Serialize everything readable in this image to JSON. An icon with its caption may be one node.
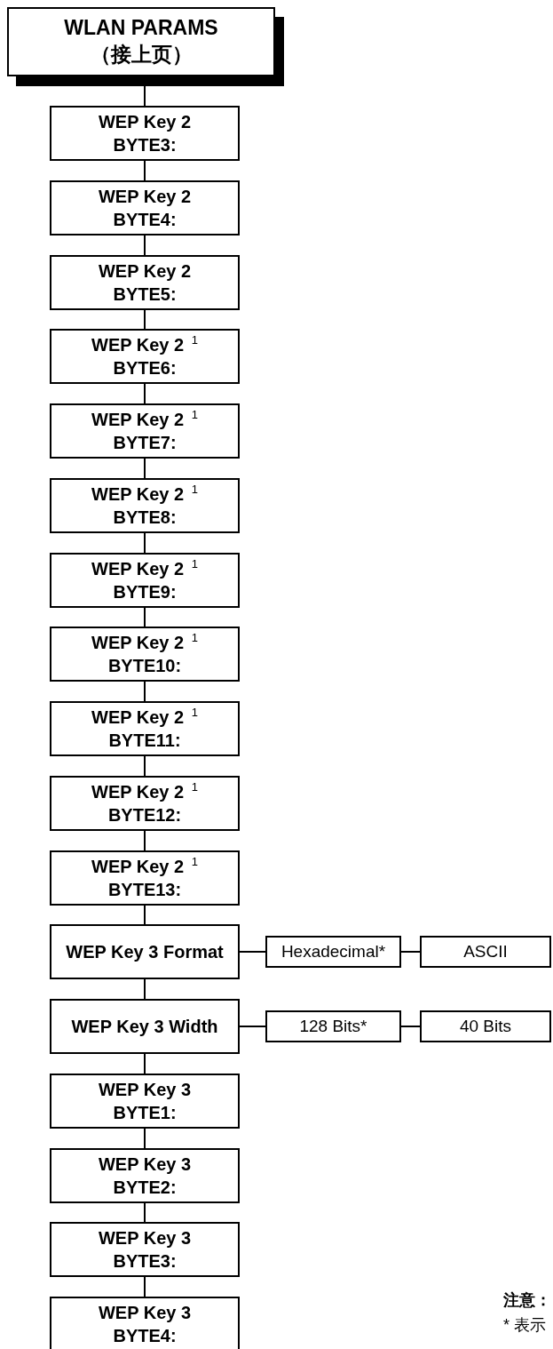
{
  "diagram": {
    "nodes": [
      {
        "text": [
          "WLAN PARAMS （接上页）"
        ]
      },
      {
        "text": [
          "WEP Key 2 BYTE3:"
        ]
      },
      {
        "text": [
          "WEP Key 2 BYTE4:"
        ]
      },
      {
        "text": [
          "WEP Key 2 BYTE5:"
        ]
      },
      {
        "text": [
          "WEP Key 2 $^{1}$ BYTE6:"
        ]
      },
      {
        "text": [
          "WEP Key 2 $^{1}$ BYTE7:"
        ]
      },
      {
        "text": [
          "WEP Key 2 $^{1}$ BYTE8:"
        ]
      },
      {
        "text": [
          "WEP Key 2 $^{1}$ BYTE9:"
        ]
      },
      {
        "text": [
          "WEP Key 2 $^{1}$ BYTE10:"
        ]
      },
      {
        "text": [
          "WEP Key 2 $^{1}$ BYTE11:"
        ]
      },
      {
        "text": [
          "WEP Key 2 $^{1}$ BYTE12:"
        ]
      },
      {
        "text": [
          "WEP Key 2 $^{1}$ BYTE13:"
        ]
      },
      {
        "text": [
          "WEP Key 3 Format"
        ]
      },
      {
        "text": [
          "Hexadecimal*"
        ]
      },
      {
        "text": [
          "ASCII"
        ]
      },
      {
        "text": [
          "WEP Key 3 Width"
        ]
      },
      {
        "text": [
          "128 Bits*"
        ]
      },
      {
        "text": [
          "40 Bits"
        ]
      },
      {
        "text": [
          "WEP Key 3 BYTE1:"
        ]
      },
      {
        "text": [
          "WEP Key 3 BYTE2:"
        ]
      },
      {
        "text": [
          "WEP Key 3 BYTE3:"
        ]
      },
      {
        "text": [
          "WEP Key 3 BYTE4:"
        ]
      }
    ],
    "edges": [
      {
        "from": 0,
        "to": 1,
        "arrow": "none"
      },
      {
        "from": 1,
        "to": 2,
        "arrow": "none"
      },
      {
        "from": 2,
        "to": 3,
        "arrow": "none"
      },
      {
        "from": 3,
        "to": 4,
        "arrow": "none"
      },
      {
        "from": 4,
        "to": 5,
        "arrow": "none"
      },
      {
        "from": 5,
        "to": 6,
        "arrow": "none"
      },
      {
        "from": 6,
        "to": 7,
        "arrow": "none"
      },
      {
        "from": 7,
        "to": 8,
        "arrow": "none"
      },
      {
        "from": 8,
        "to": 9,
        "arrow": "none"
      },
      {
        "from": 9,
        "to": 10,
        "arrow": "none"
      },
      {
        "from": 10,
        "to": 11,
        "arrow": "none"
      },
      {
        "from": 11,
        "to": 12,
        "arrow": "none"
      },
      {
        "from": 12,
        "to": 13,
        "arrow": "none"
      },
      {
        "from": 13,
        "to": 14,
        "arrow": "none"
      },
      {
        "from": 12,
        "to": 15,
        "arrow": "none"
      },
      {
        "from": 15,
        "to": 16,
        "arrow": "none"
      },
      {
        "from": 16,
        "to": 17,
        "arrow": "none"
      },
      {
        "from": 15,
        "to": 18,
        "arrow": "none"
      },
      {
        "from": 18,
        "to": 19,
        "arrow": "none"
      },
      {
        "from": 19,
        "to": 20,
        "arrow": "none"
      },
      {
        "from": 20,
        "to": 21,
        "arrow": "none"
      }
    ],
    "labels": [
      "注意：",
      "* 表示"
    ]
  }
}
